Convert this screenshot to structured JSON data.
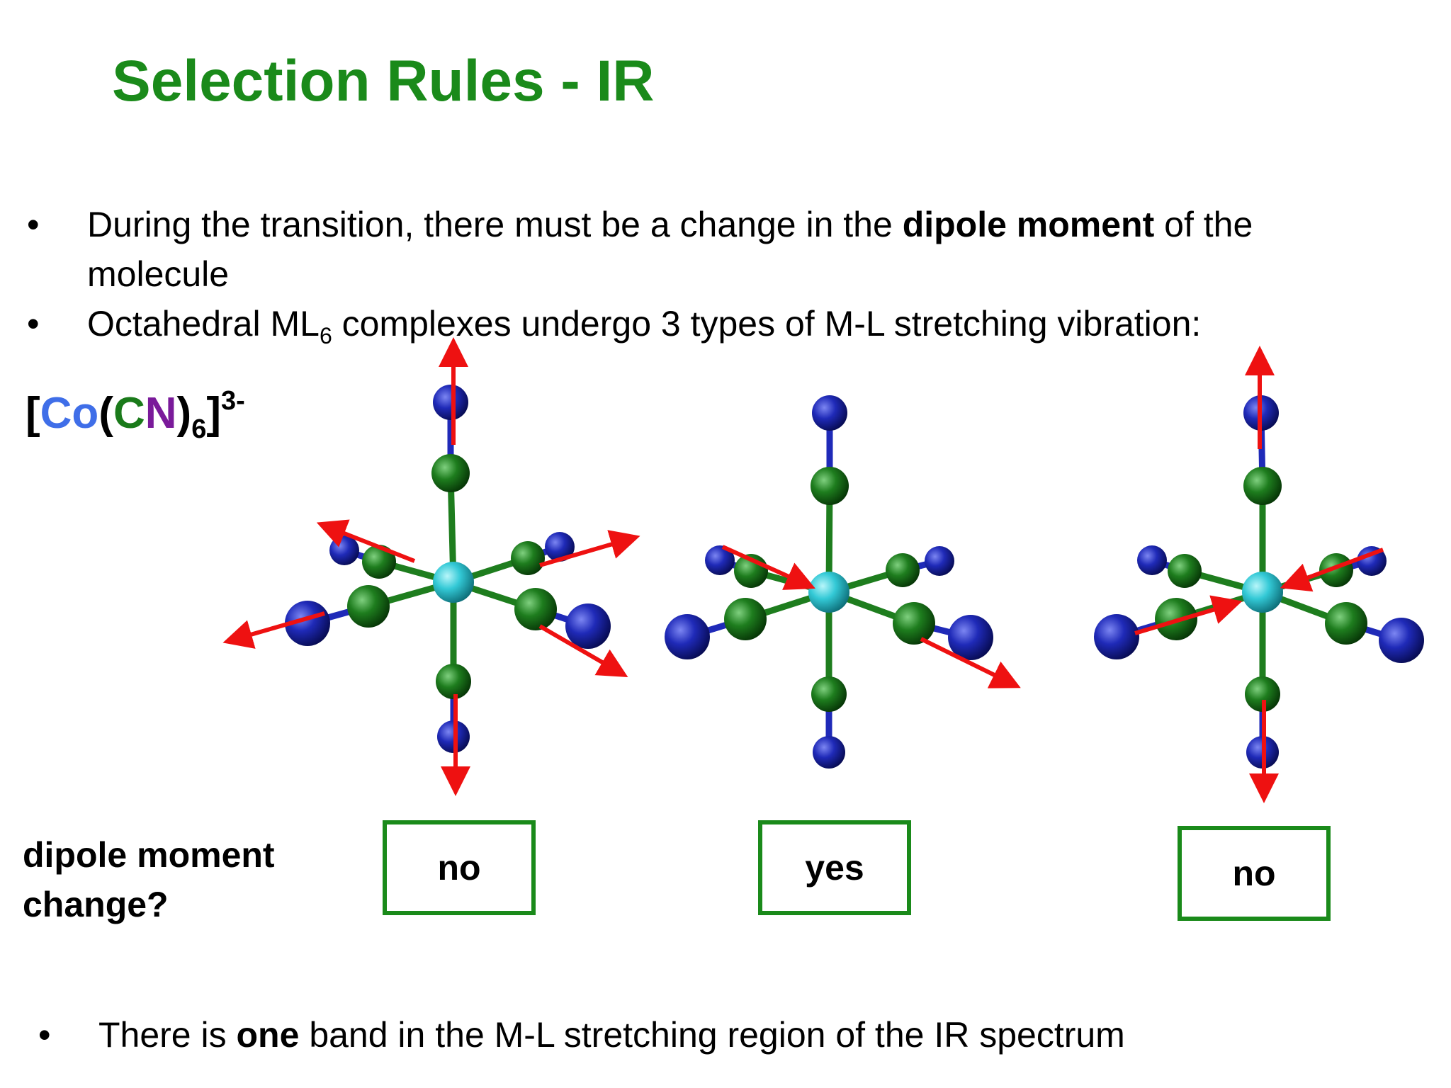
{
  "slide": {
    "title": "Selection Rules - IR",
    "bullets": {
      "b1_before": "During the transition, there must be a change in the ",
      "b1_bold": "dipole moment",
      "b1_after": " of the molecule",
      "b2_before": "Octahedral ML",
      "b2_sub": "6",
      "b2_after": " complexes undergo 3 types of M-L stretching vibration:",
      "b3_before": "There is ",
      "b3_bold": "one",
      "b3_after": " band in the M-L stretching region of the IR spectrum"
    },
    "bullet_symbol": "•",
    "formula": {
      "open_bracket": "[",
      "co": "Co",
      "open_paren": "(",
      "c": "C",
      "n": "N",
      "close_paren": ")",
      "sub": "6",
      "close_bracket": "]",
      "charge": "3-"
    },
    "question": "dipole moment change?",
    "answers": [
      "no",
      "yes",
      "no"
    ]
  },
  "colors": {
    "title": "#1a8a1a",
    "cobalt_atom": "#33c9d6",
    "carbon_atom": "#1e7d1e",
    "nitrogen_atom": "#1f2ab8",
    "arrow": "#ee1111",
    "box_border": "#1a8a1a"
  }
}
